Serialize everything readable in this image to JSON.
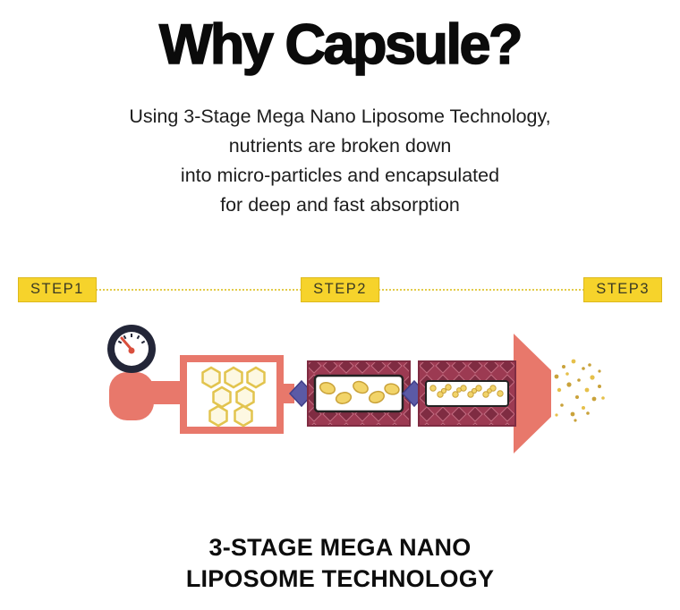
{
  "title": "Why Capsule?",
  "subtitle_lines": [
    "Using 3-Stage Mega Nano Liposome Technology,",
    "nutrients are broken down",
    "into micro-particles and encapsulated",
    "for deep and fast absorption"
  ],
  "steps": [
    {
      "label": "STEP1"
    },
    {
      "label": "STEP2"
    },
    {
      "label": "STEP3"
    }
  ],
  "caption_lines": [
    "3-STAGE MEGA NANO",
    "LIPOSOME TECHNOLOGY"
  ],
  "colors": {
    "step_badge_bg": "#f6d32b",
    "step_badge_text": "#3a3a24",
    "dotted_line": "#e3cb4a",
    "machine_salmon": "#e8786b",
    "tube_maroon": "#9c3a52",
    "tube_maroon_dark": "#7f2c42",
    "tube_scale_edge": "#c26b80",
    "particle_yellow": "#f2d469",
    "particle_outline": "#c9a23a",
    "hex_fill": "#fdf8e2",
    "hex_outline": "#e2c44e",
    "connector_purple": "#5b5aa6",
    "connector_purple_dark": "#41408a",
    "gauge_dark": "#232638",
    "needle_red": "#d94f3d"
  }
}
